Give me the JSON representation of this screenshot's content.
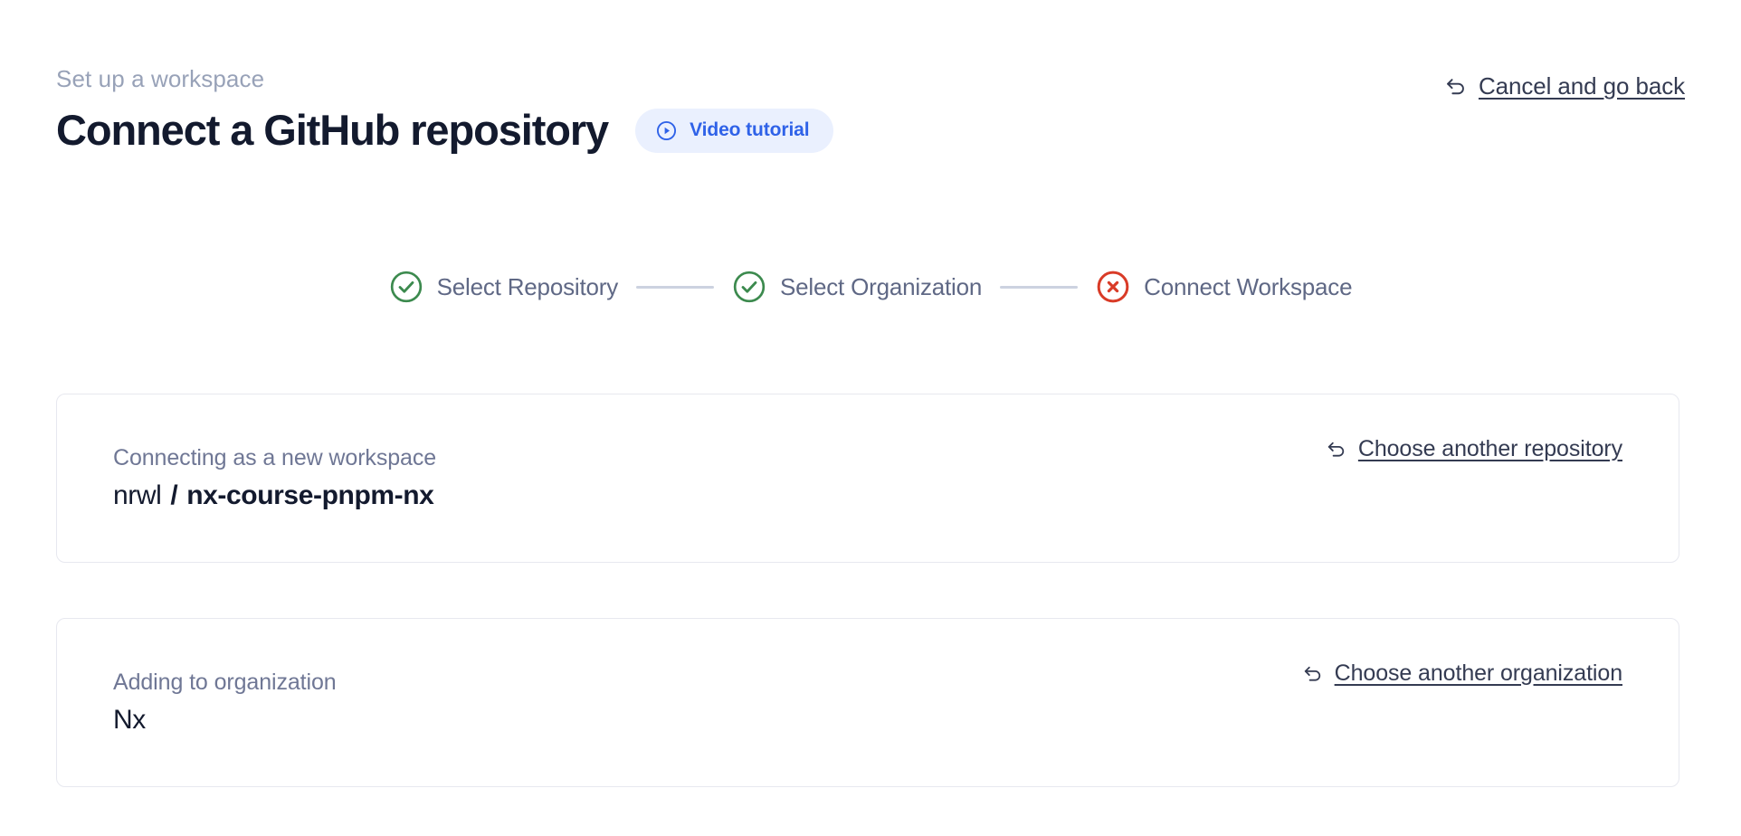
{
  "header": {
    "eyebrow": "Set up a workspace",
    "title": "Connect a GitHub repository",
    "video_badge": {
      "label": "Video tutorial",
      "icon": "play-circle-icon",
      "text_color": "#2f62e8",
      "background_color": "#eaf0fe"
    },
    "cancel_link": {
      "label": "Cancel and go back",
      "icon": "undo-arrow-icon"
    }
  },
  "stepper": {
    "connector_color": "#ccd2e0",
    "steps": [
      {
        "label": "Select Repository",
        "state": "complete",
        "icon": "check-circle-icon",
        "color": "#3c8a4e"
      },
      {
        "label": "Select Organization",
        "state": "complete",
        "icon": "check-circle-icon",
        "color": "#3c8a4e"
      },
      {
        "label": "Connect Workspace",
        "state": "error",
        "icon": "x-circle-icon",
        "color": "#d93b27"
      }
    ]
  },
  "cards": [
    {
      "caption": "Connecting as a new workspace",
      "value_owner": "nrwl",
      "value_separator": "/",
      "value_name": "nx-course-pnpm-nx",
      "link": {
        "label": "Choose another repository",
        "icon": "undo-arrow-icon"
      }
    },
    {
      "caption": "Adding to organization",
      "value_name": "Nx",
      "link": {
        "label": "Choose another organization",
        "icon": "undo-arrow-icon"
      }
    }
  ]
}
